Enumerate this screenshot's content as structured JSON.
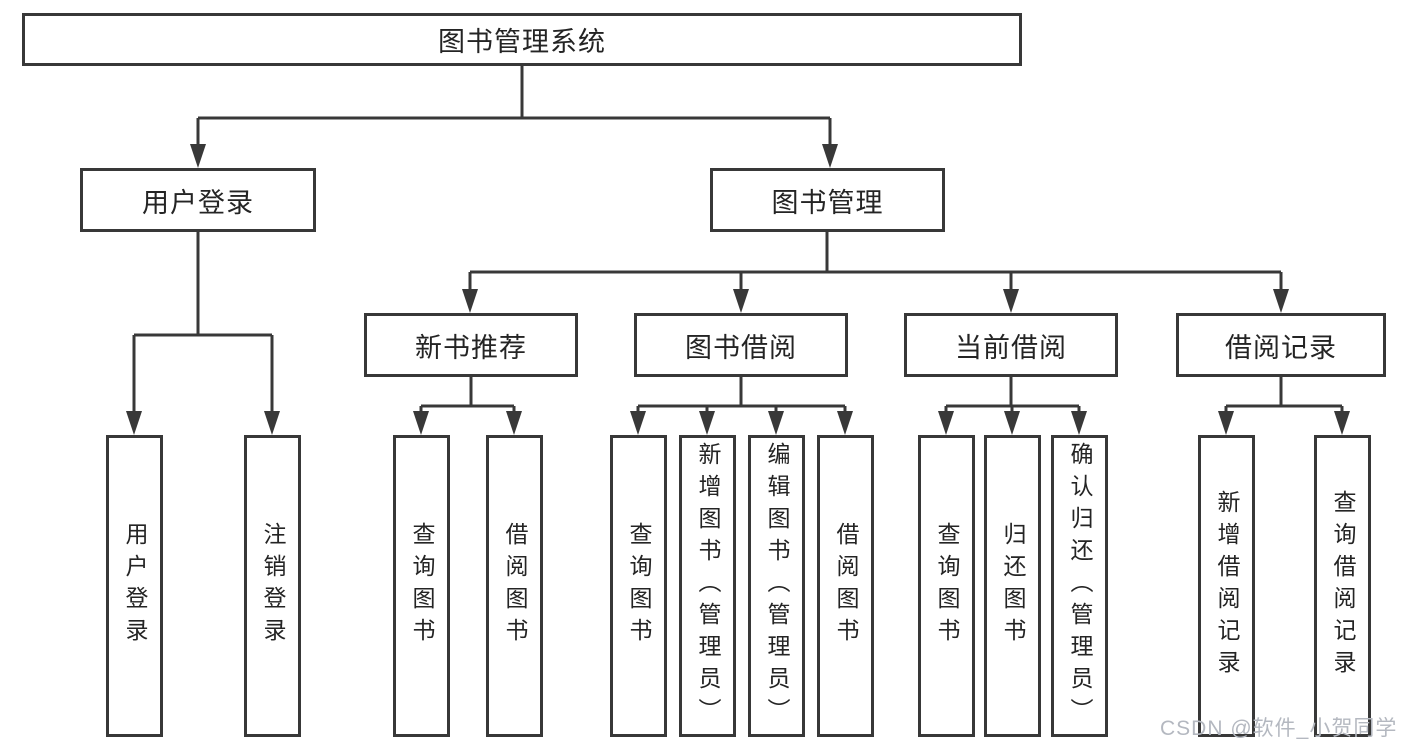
{
  "tree": {
    "label": "图书管理系统",
    "children": [
      {
        "label": "用户登录",
        "children": [
          {
            "label": "用户登录"
          },
          {
            "label": "注销登录"
          }
        ]
      },
      {
        "label": "图书管理",
        "children": [
          {
            "label": "新书推荐",
            "children": [
              {
                "label": "查询图书"
              },
              {
                "label": "借阅图书"
              }
            ]
          },
          {
            "label": "图书借阅",
            "children": [
              {
                "label": "查询图书"
              },
              {
                "label": "新增图书（管理员）"
              },
              {
                "label": "编辑图书（管理员）"
              },
              {
                "label": "借阅图书"
              }
            ]
          },
          {
            "label": "当前借阅",
            "children": [
              {
                "label": "查询图书"
              },
              {
                "label": "归还图书"
              },
              {
                "label": "确认归还（管理员）"
              }
            ]
          },
          {
            "label": "借阅记录",
            "children": [
              {
                "label": "新增借阅记录"
              },
              {
                "label": "查询借阅记录"
              }
            ]
          }
        ]
      }
    ]
  },
  "watermark": {
    "text": "CSDN @软件_小贺同学"
  },
  "colors": {
    "line": "#383838",
    "box_border": "#383838",
    "box_fill": "#ffffff",
    "text": "#242424",
    "watermark": "#b4b8c0",
    "background": "#ffffff"
  }
}
